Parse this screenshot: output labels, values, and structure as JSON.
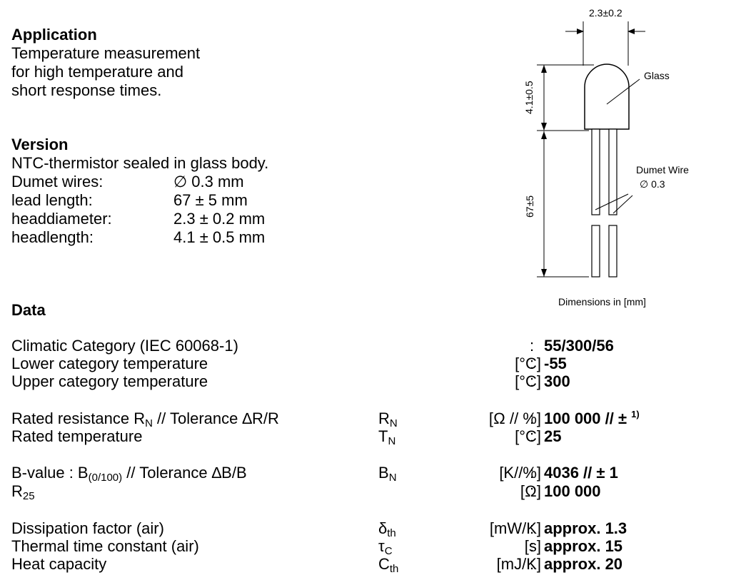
{
  "application": {
    "heading": "Application",
    "lines": [
      "Temperature measurement",
      "for high temperature and",
      "short response times."
    ]
  },
  "version": {
    "heading": "Version",
    "intro": "NTC-thermistor sealed in glass body.",
    "specs": [
      {
        "label": "Dumet wires:",
        "value": "∅ 0.3 mm"
      },
      {
        "label": "lead length:",
        "value": "67 ± 5 mm"
      },
      {
        "label": "headdiameter:",
        "value": "2.3 ± 0.2 mm"
      },
      {
        "label": "headlength:",
        "value": "4.1 ± 0.5 mm"
      }
    ]
  },
  "drawing": {
    "width_dim": "2.3±0.2",
    "head_dim": "4.1±0.5",
    "lead_dim": "67±5",
    "glass_label": "Glass",
    "wire_label": "Dumet Wire",
    "wire_diameter": "∅ 0.3",
    "caption": "Dimensions in [mm]"
  },
  "data": {
    "heading": "Data",
    "rows": [
      {
        "label": "Climatic Category (IEC 60068-1)",
        "unit": "",
        "colon": ":",
        "value": "55/300/56"
      },
      {
        "label": "Lower category temperature",
        "unit": "[°C]",
        "colon": ":",
        "value": "-55"
      },
      {
        "label": "Upper category temperature",
        "unit": "[°C]",
        "colon": ":",
        "value": "300"
      },
      {
        "label_a": "Rated resistance R",
        "label_sub": "N",
        "label_b": " // Tolerance ∆R/R",
        "sym": "R",
        "sym_sub": "N",
        "unit": "[Ω // %]",
        "colon": ":",
        "value": "100 000 // ± ",
        "value_sup": "1)"
      },
      {
        "label": "Rated temperature",
        "sym": "T",
        "sym_sub": "N",
        "unit": "[°C]",
        "colon": ":",
        "value": "25"
      },
      {
        "label_a": "B-value : B",
        "label_sub": "(0/100)",
        "label_b": " // Tolerance ∆B/B",
        "sym": "B",
        "sym_sub": "N",
        "unit": "[K//%]",
        "colon": ":",
        "value": "4036 // ± 1"
      },
      {
        "label_a": "R",
        "label_sub": "25",
        "unit": "[Ω]",
        "colon": ":",
        "value": "100 000"
      },
      {
        "label": "Dissipation factor (air)",
        "sym": "δ",
        "sym_sub": "th",
        "unit": "[mW/K]",
        "colon": ":",
        "value": "approx. 1.3"
      },
      {
        "label": "Thermal time constant (air)",
        "sym": "τ",
        "sym_sub": "C",
        "unit": "[s]",
        "colon": ":",
        "value": "approx. 15"
      },
      {
        "label": "Heat capacity",
        "sym": "C",
        "sym_sub": "th",
        "unit": "[mJ/K]",
        "colon": ":",
        "value": "approx. 20"
      }
    ]
  }
}
